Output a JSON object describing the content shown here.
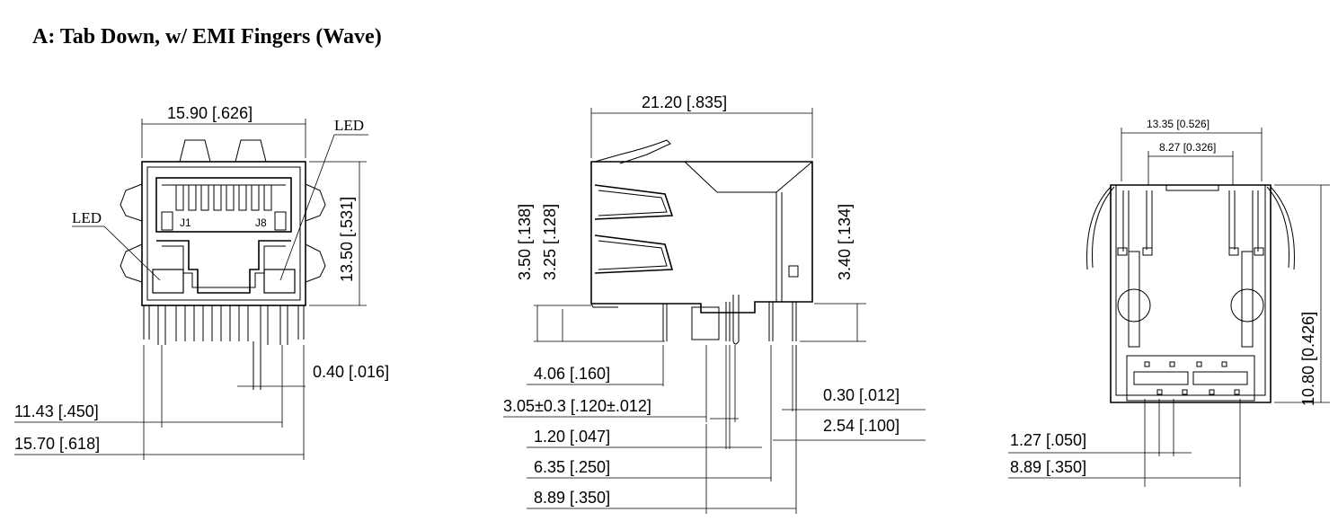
{
  "title": "A: Tab Down, w/ EMI Fingers (Wave)",
  "front_view": {
    "width_top": "15.90 [.626]",
    "height_right": "13.50 [.531]",
    "led_left": "LED",
    "led_right": "LED",
    "pin_first": "J1",
    "pin_last": "J8",
    "pin_width": "0.40 [.016]",
    "pin_span": "11.43 [.450]",
    "post_span": "15.70 [.618]"
  },
  "side_view": {
    "depth_top": "21.20 [.835]",
    "height_a": "3.50 [.138]",
    "height_b": "3.25 [.128]",
    "height_right": "3.40 [.134]",
    "d1": "4.06 [.160]",
    "d2": "3.05±0.3 [.120±.012]",
    "d3": "1.20 [.047]",
    "d4": "6.35 [.250]",
    "d5": "8.89 [.350]",
    "d6": "0.30 [.012]",
    "d7": "2.54 [.100]"
  },
  "bottom_view": {
    "width_outer": "13.35 [0.526]",
    "width_inner": "8.27 [0.326]",
    "height_right": "10.80 [0.426]",
    "pitch": "1.27 [.050]",
    "span": "8.89 [.350]"
  }
}
